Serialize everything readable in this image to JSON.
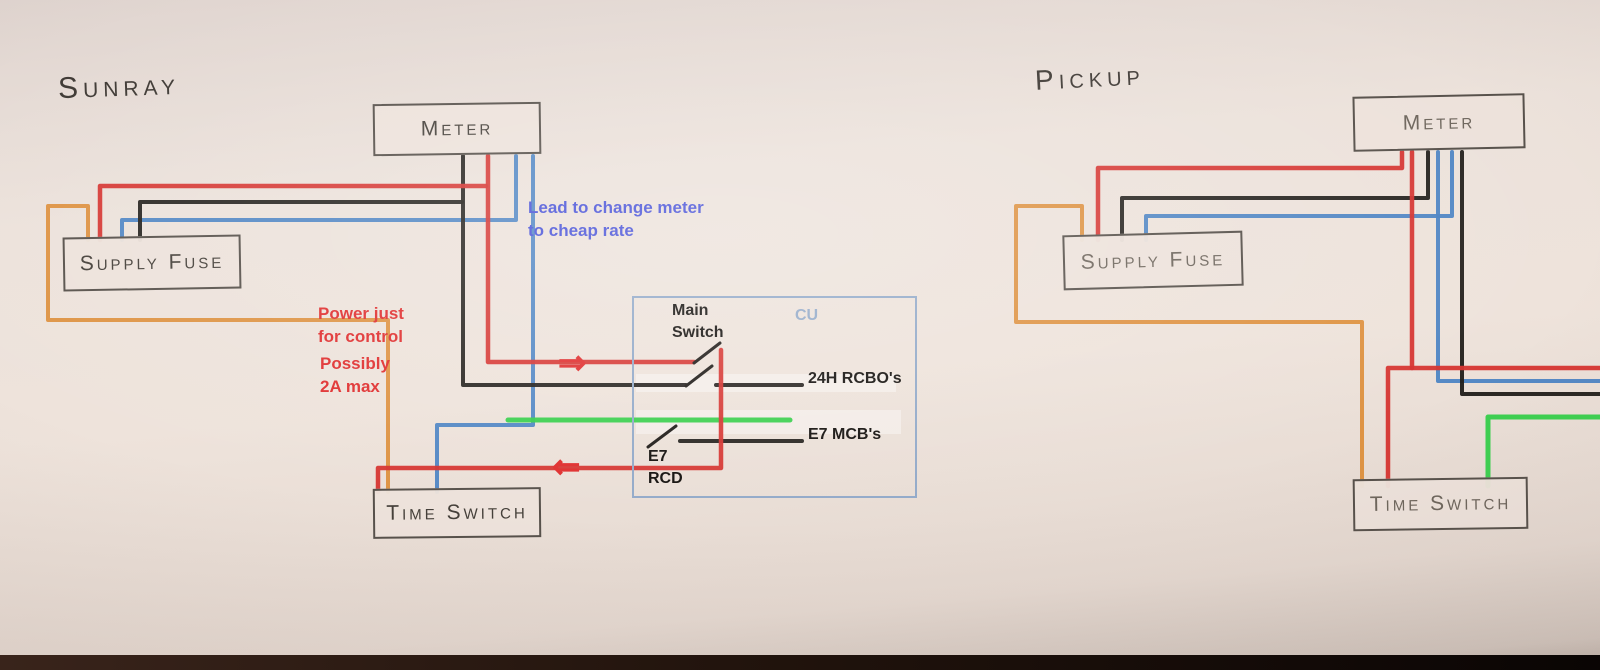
{
  "colors": {
    "wire_red": "#d63430",
    "wire_black": "#211d1a",
    "wire_blue": "#4d84c4",
    "wire_orange": "#dd8f3d",
    "wire_green": "#35cf4a",
    "cu_border": "#93aac9",
    "note_blue": "#4953d8",
    "note_red": "#e02f2f"
  },
  "sunray": {
    "title": "Sunray",
    "meter_label": "Meter",
    "supply_fuse_label": "Supply Fuse",
    "time_switch_label": "Time Switch",
    "note_blue_line1": "Lead to change meter",
    "note_blue_line2": "to cheap rate",
    "note_power_line1": "Power just",
    "note_power_line2": "for control",
    "note_possibly_line1": "Possibly",
    "note_possibly_line2": "2A max",
    "arrow_in": "⇒",
    "arrow_out": "⇐",
    "cu": {
      "label": "CU",
      "main_switch_line1": "Main",
      "main_switch_line2": "Switch",
      "rcbo_label": "24H RCBO's",
      "mcb_label": "E7 MCB's",
      "rcd_line1": "E7",
      "rcd_line2": "RCD"
    }
  },
  "pickup": {
    "title": "Pickup",
    "meter_label": "Meter",
    "supply_fuse_label": "Supply Fuse",
    "time_switch_label": "Time Switch"
  }
}
